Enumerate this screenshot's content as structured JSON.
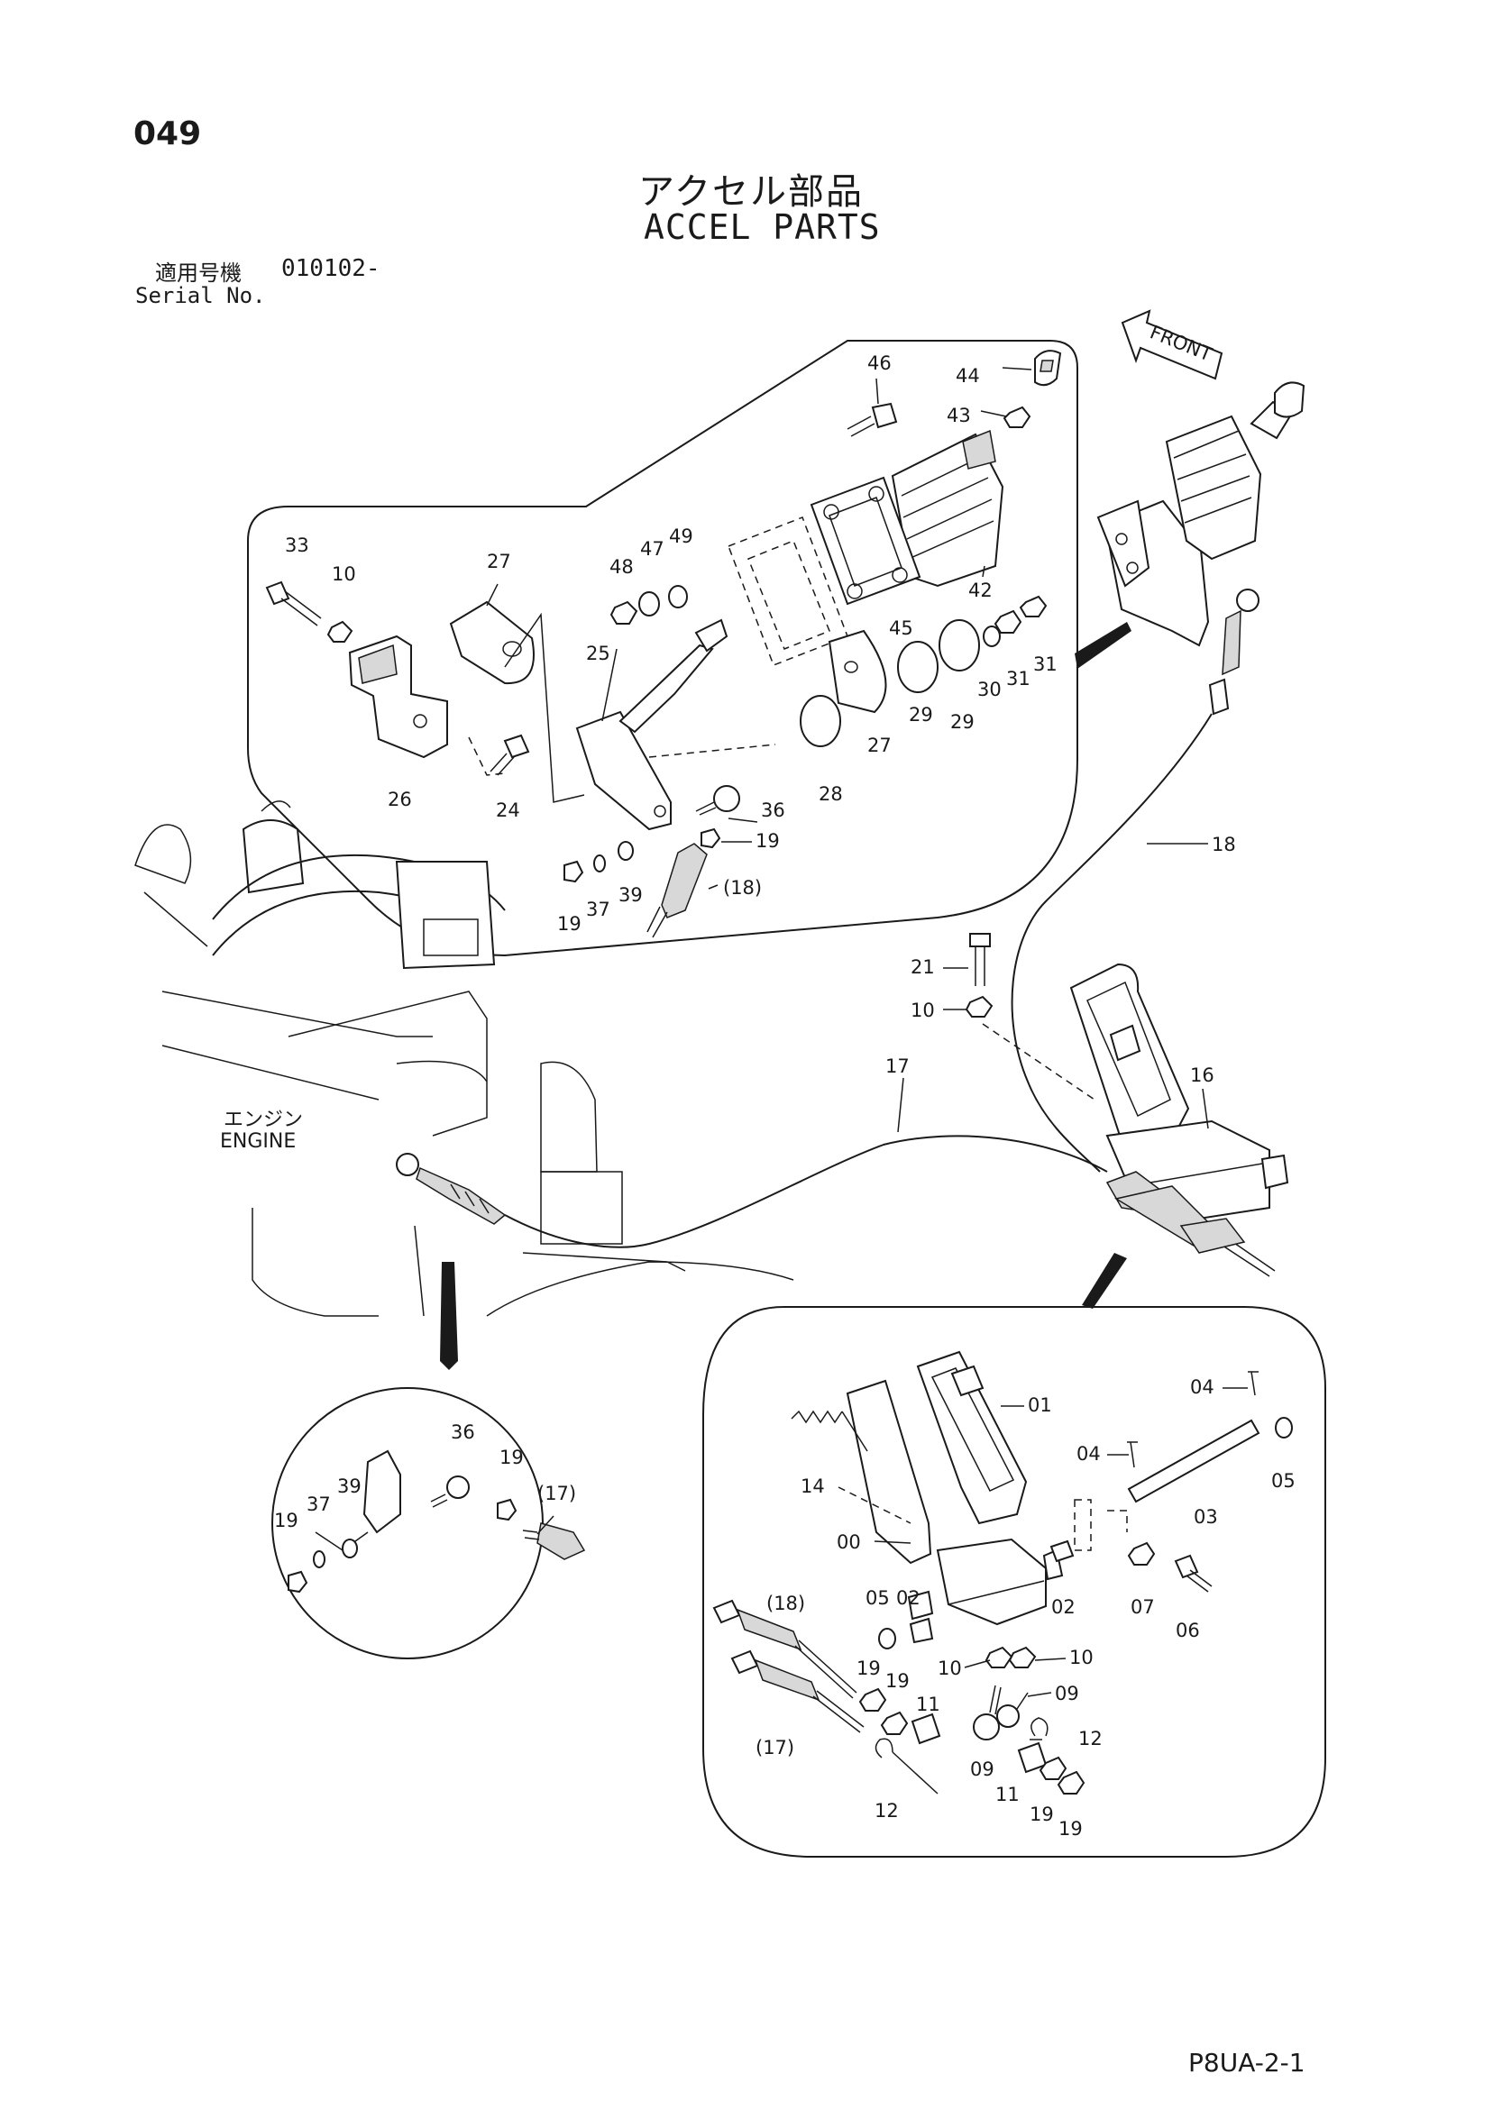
{
  "page_number": "049",
  "title_jp": "アクセル部品",
  "title_en": "ACCEL PARTS",
  "serial_label_jp": "適用号機",
  "serial_value": "010102-",
  "serial_label_en": "Serial No.",
  "footer_code": "P8UA-2-1",
  "engine_label_jp": "エンジン",
  "engine_label_en": "ENGINE",
  "front_label": "FRONT",
  "callouts": {
    "upper": [
      "46",
      "44",
      "43",
      "33",
      "10",
      "27",
      "48",
      "47",
      "49",
      "42",
      "25",
      "45",
      "30",
      "31",
      "31",
      "29",
      "29",
      "28",
      "27",
      "26",
      "24",
      "36",
      "19",
      "19",
      "37",
      "39",
      "(18)",
      "18",
      "21",
      "10",
      "16",
      "17"
    ],
    "lower_right": [
      "04",
      "01",
      "14",
      "04",
      "05",
      "03",
      "00",
      "05",
      "02",
      "02",
      "07",
      "06",
      "(18)",
      "19",
      "10",
      "10",
      "19",
      "09",
      "11",
      "12",
      "(17)",
      "09",
      "11",
      "19",
      "19",
      "12"
    ],
    "lower_left": [
      "36",
      "19",
      "39",
      "37",
      "19",
      "(17)"
    ]
  }
}
